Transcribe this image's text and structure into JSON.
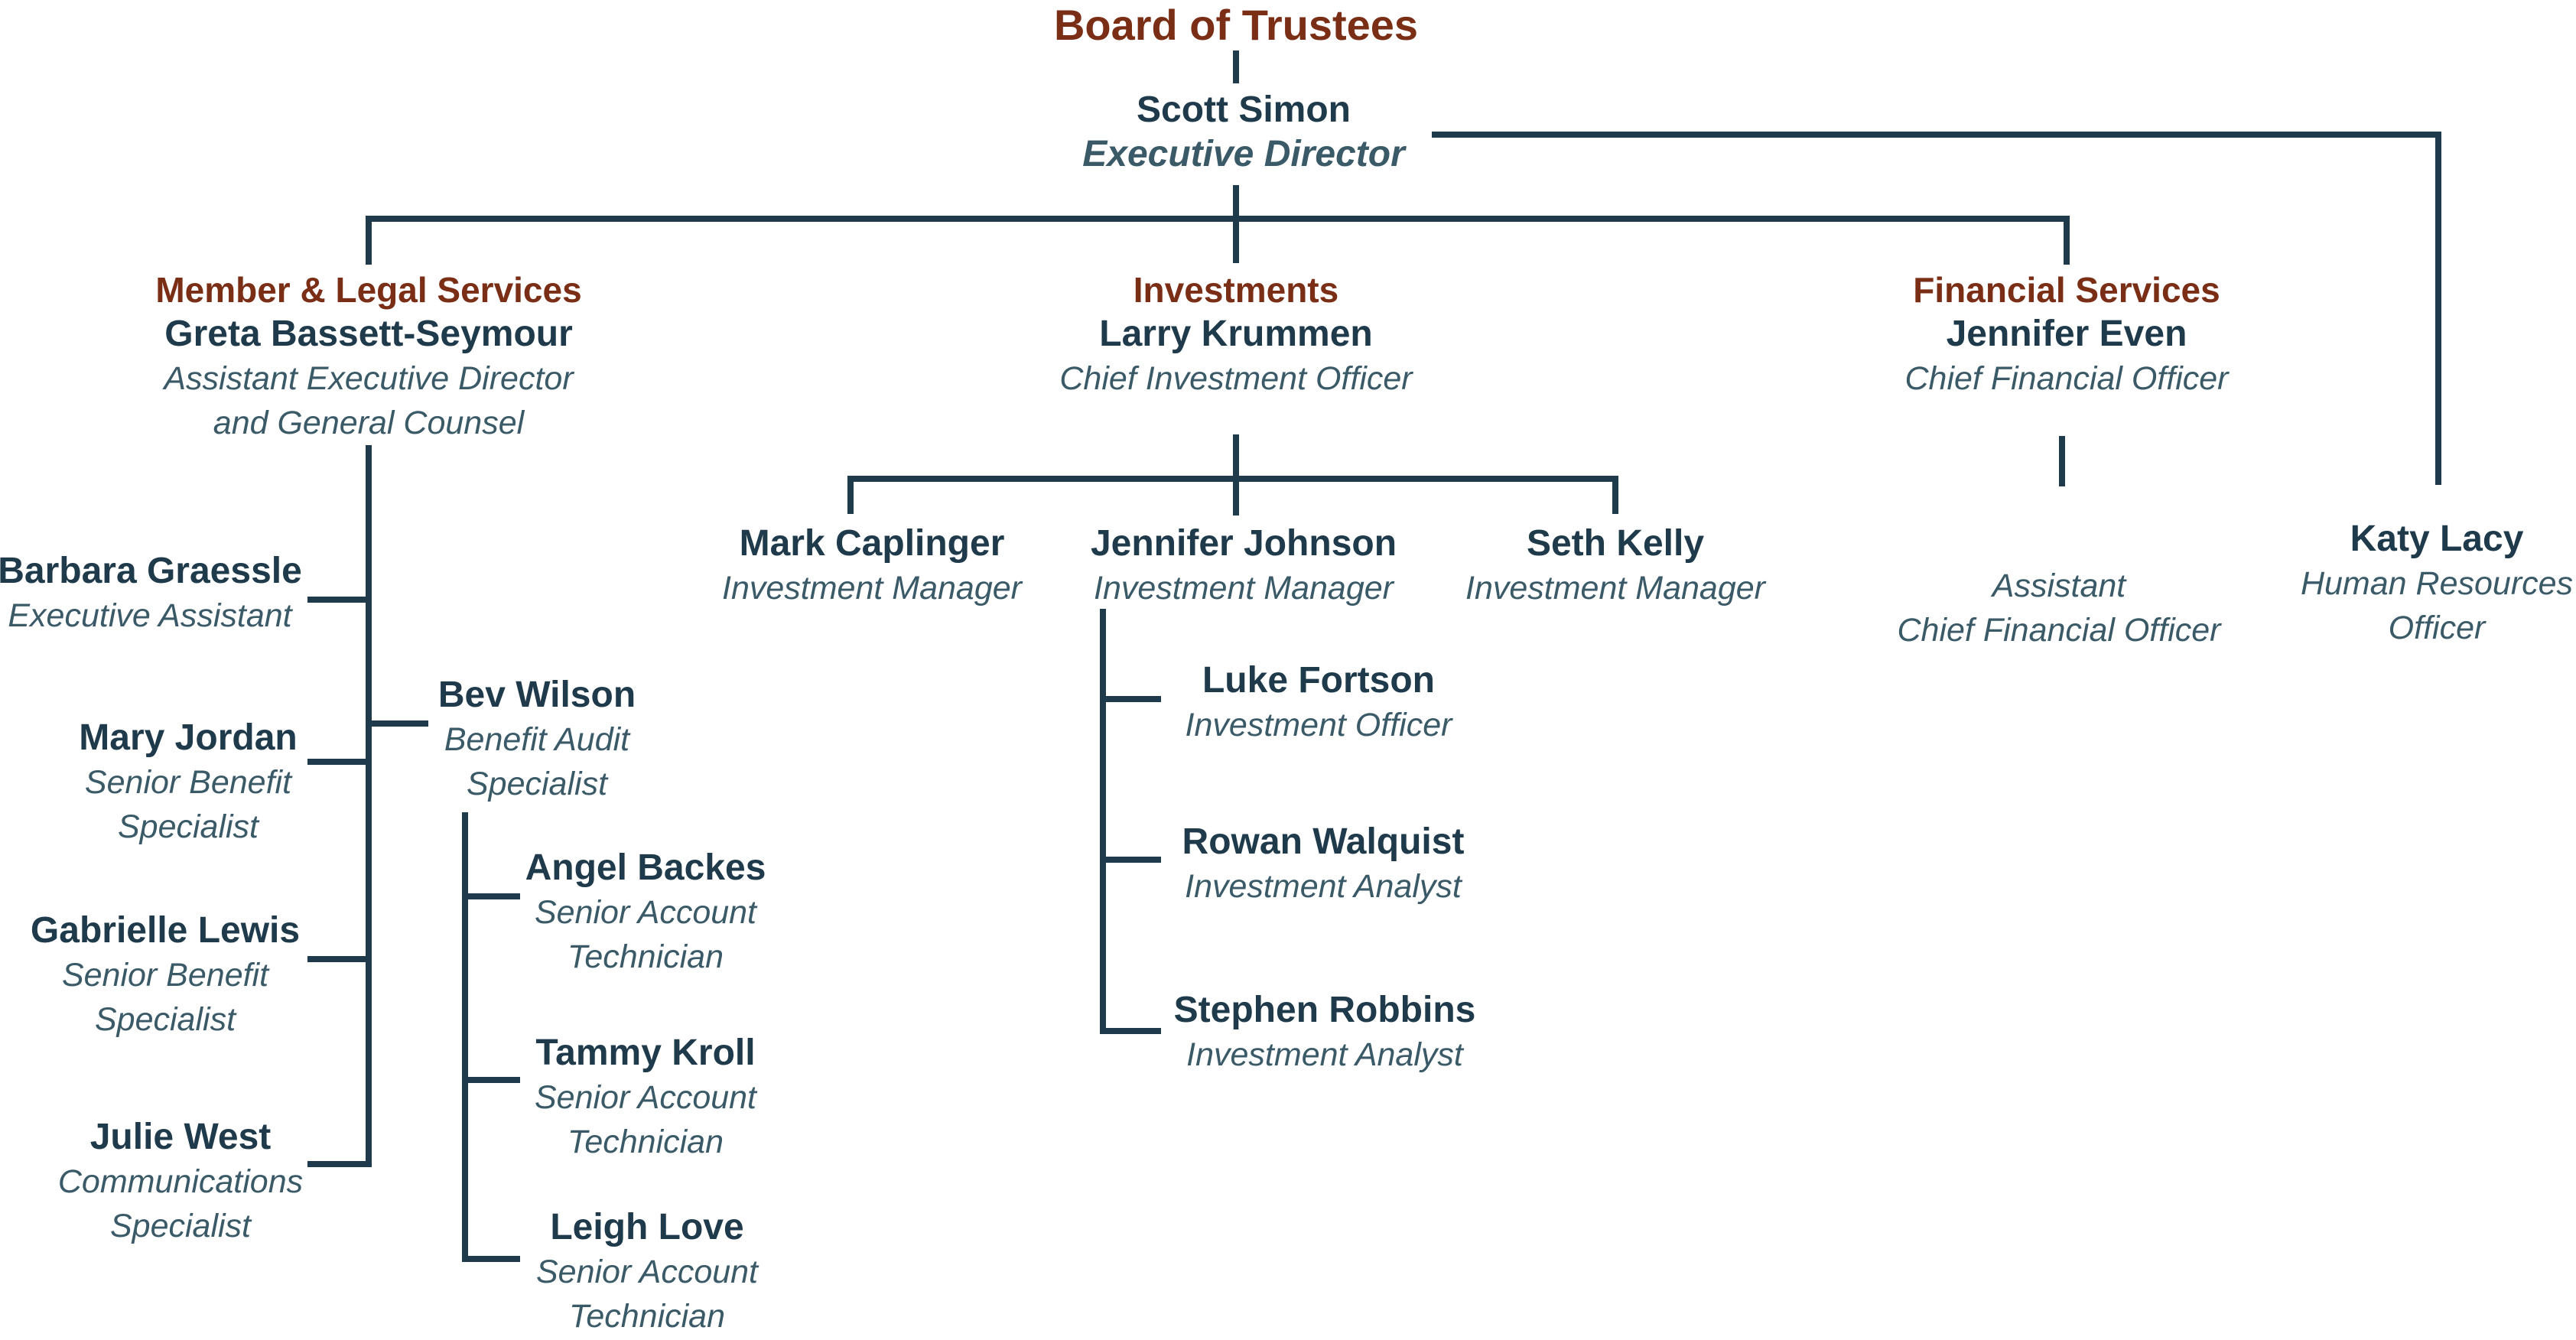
{
  "board": "Board of Trustees",
  "executive": {
    "name": "Scott Simon",
    "title": "Executive Director"
  },
  "departments": {
    "legal": {
      "dept": "Member & Legal Services",
      "name": "Greta Bassett-Seymour",
      "title1": "Assistant Executive Director",
      "title2": "and General Counsel"
    },
    "investments": {
      "dept": "Investments",
      "name": "Larry Krummen",
      "title": "Chief Investment Officer"
    },
    "financial": {
      "dept": "Financial Services",
      "name": "Jennifer Even",
      "title": "Chief Financial Officer"
    }
  },
  "hr": {
    "name": "Katy Lacy",
    "title1": "Human Resources",
    "title2": "Officer"
  },
  "cfo_assistant": {
    "title1": "Assistant",
    "title2": "Chief Financial Officer"
  },
  "legal_staff": [
    {
      "name": "Barbara Graessle",
      "title1": "Executive Assistant"
    },
    {
      "name": "Mary Jordan",
      "title1": "Senior Benefit",
      "title2": "Specialist"
    },
    {
      "name": "Gabrielle Lewis",
      "title1": "Senior Benefit",
      "title2": "Specialist"
    },
    {
      "name": "Julie West",
      "title1": "Communications",
      "title2": "Specialist"
    }
  ],
  "audit": {
    "name": "Bev Wilson",
    "title1": "Benefit Audit",
    "title2": "Specialist"
  },
  "audit_staff": [
    {
      "name": "Angel Backes",
      "title1": "Senior Account",
      "title2": "Technician"
    },
    {
      "name": "Tammy Kroll",
      "title1": "Senior Account",
      "title2": "Technician"
    },
    {
      "name": "Leigh Love",
      "title1": "Senior Account",
      "title2": "Technician"
    }
  ],
  "managers": [
    {
      "name": "Mark Caplinger",
      "title": "Investment Manager"
    },
    {
      "name": "Jennifer Johnson",
      "title": "Investment Manager"
    },
    {
      "name": "Seth Kelly",
      "title": "Investment Manager"
    }
  ],
  "investment_staff": [
    {
      "name": "Luke Fortson",
      "title": "Investment Officer"
    },
    {
      "name": "Rowan Walquist",
      "title": "Investment Analyst"
    },
    {
      "name": "Stephen Robbins",
      "title": "Investment Analyst"
    }
  ],
  "colors": {
    "line": "#1e3a4b",
    "dept": "#7a2e15",
    "name": "#1e3a4b",
    "title": "#3b5a68"
  }
}
